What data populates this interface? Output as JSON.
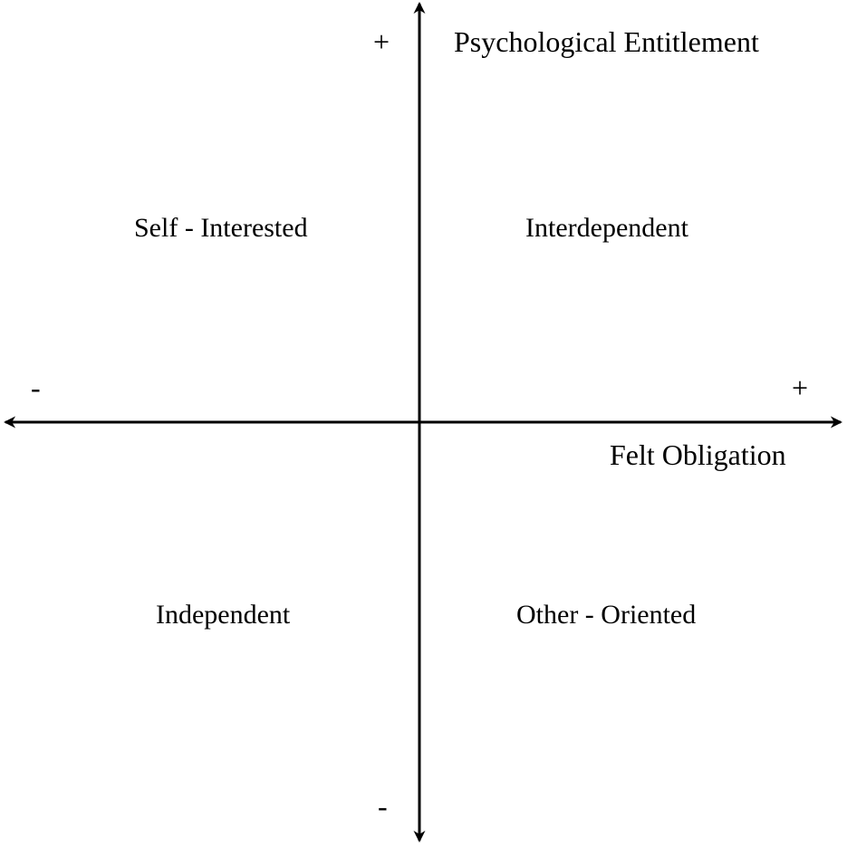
{
  "diagram": {
    "y_axis": {
      "title": "Psychological Entitlement",
      "plus_label": "+",
      "minus_label": "-"
    },
    "x_axis": {
      "title": "Felt Obligation",
      "plus_label": "+",
      "minus_label": "-"
    },
    "quadrants": {
      "top_left": "Self - Interested",
      "top_right": "Interdependent",
      "bottom_left": "Independent",
      "bottom_right": "Other - Oriented"
    },
    "line_color": "#000000"
  }
}
